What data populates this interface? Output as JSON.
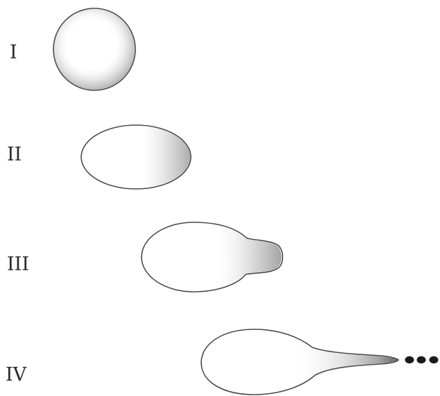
{
  "stages": [
    {
      "label": "I"
    },
    {
      "label": "II"
    },
    {
      "label": "III"
    },
    {
      "label": "IV"
    }
  ],
  "colors": {
    "outline": "#4a4a4a",
    "shading": "#b9b9b9",
    "shading_dark": "#6a6a6a",
    "droplets": "#1a1a1a",
    "label": "#2a2a2a"
  }
}
